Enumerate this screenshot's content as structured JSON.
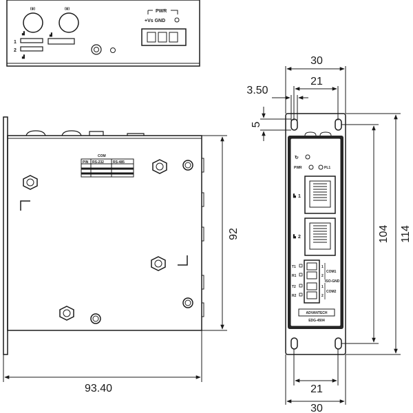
{
  "top_view": {
    "power_label": "PWR",
    "power_pins": "+Vs GND",
    "row_labels": [
      "1",
      "2"
    ]
  },
  "side_view": {
    "com_title": "COM",
    "com_table_headers": [
      "PIN",
      "RS-232",
      "RS-485"
    ]
  },
  "front_view": {
    "pwr_led": "PWR",
    "pl_led": "PL1",
    "port_labels": [
      "1",
      "2"
    ],
    "terminal_labels": [
      "T1",
      "R1",
      "T2",
      "R2"
    ],
    "terminal_numbers": [
      "1",
      "2",
      "1",
      "2"
    ],
    "com_labels": [
      "COM1",
      "ISO-GND",
      "COM2"
    ],
    "brand": "ADVANTECH",
    "model": "EDG-4504"
  },
  "dimensions": {
    "front_width_top": "30",
    "front_hole_span_top": "21",
    "slot_width": "3.50",
    "slot_height": "5",
    "inner_height": "104",
    "outer_height": "114",
    "front_hole_span_bottom": "21",
    "front_width_bottom": "30",
    "side_height": "92",
    "side_width": "93.40"
  }
}
